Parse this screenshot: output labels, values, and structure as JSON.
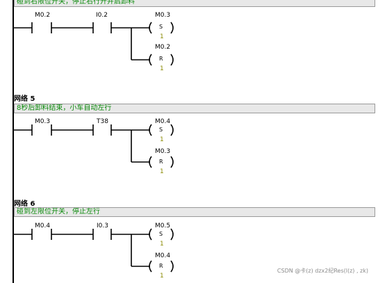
{
  "networks": [
    {
      "title": "",
      "comment": "碰到右限位开关，停止右行开并启卸料",
      "contact1": "M0.2",
      "contact2": "I0.2",
      "coil1": {
        "addr": "M0.3",
        "op": "S",
        "n": "1"
      },
      "coil2": {
        "addr": "M0.2",
        "op": "R",
        "n": "1"
      }
    },
    {
      "title": "网络 5",
      "comment": "8秒后卸料结束，小车自动左行",
      "contact1": "M0.3",
      "contact2": "T38",
      "coil1": {
        "addr": "M0.4",
        "op": "S",
        "n": "1"
      },
      "coil2": {
        "addr": "M0.3",
        "op": "R",
        "n": "1"
      }
    },
    {
      "title": "网络 6",
      "comment": "碰到左限位开关，停止左行",
      "contact1": "M0.4",
      "contact2": "I0.3",
      "coil1": {
        "addr": "M0.5",
        "op": "S",
        "n": "1"
      },
      "coil2": {
        "addr": "M0.4",
        "op": "R",
        "n": "1"
      }
    }
  ],
  "watermark": "CSDN @卡(z) dzx2纪Res(l(z) , zk)"
}
